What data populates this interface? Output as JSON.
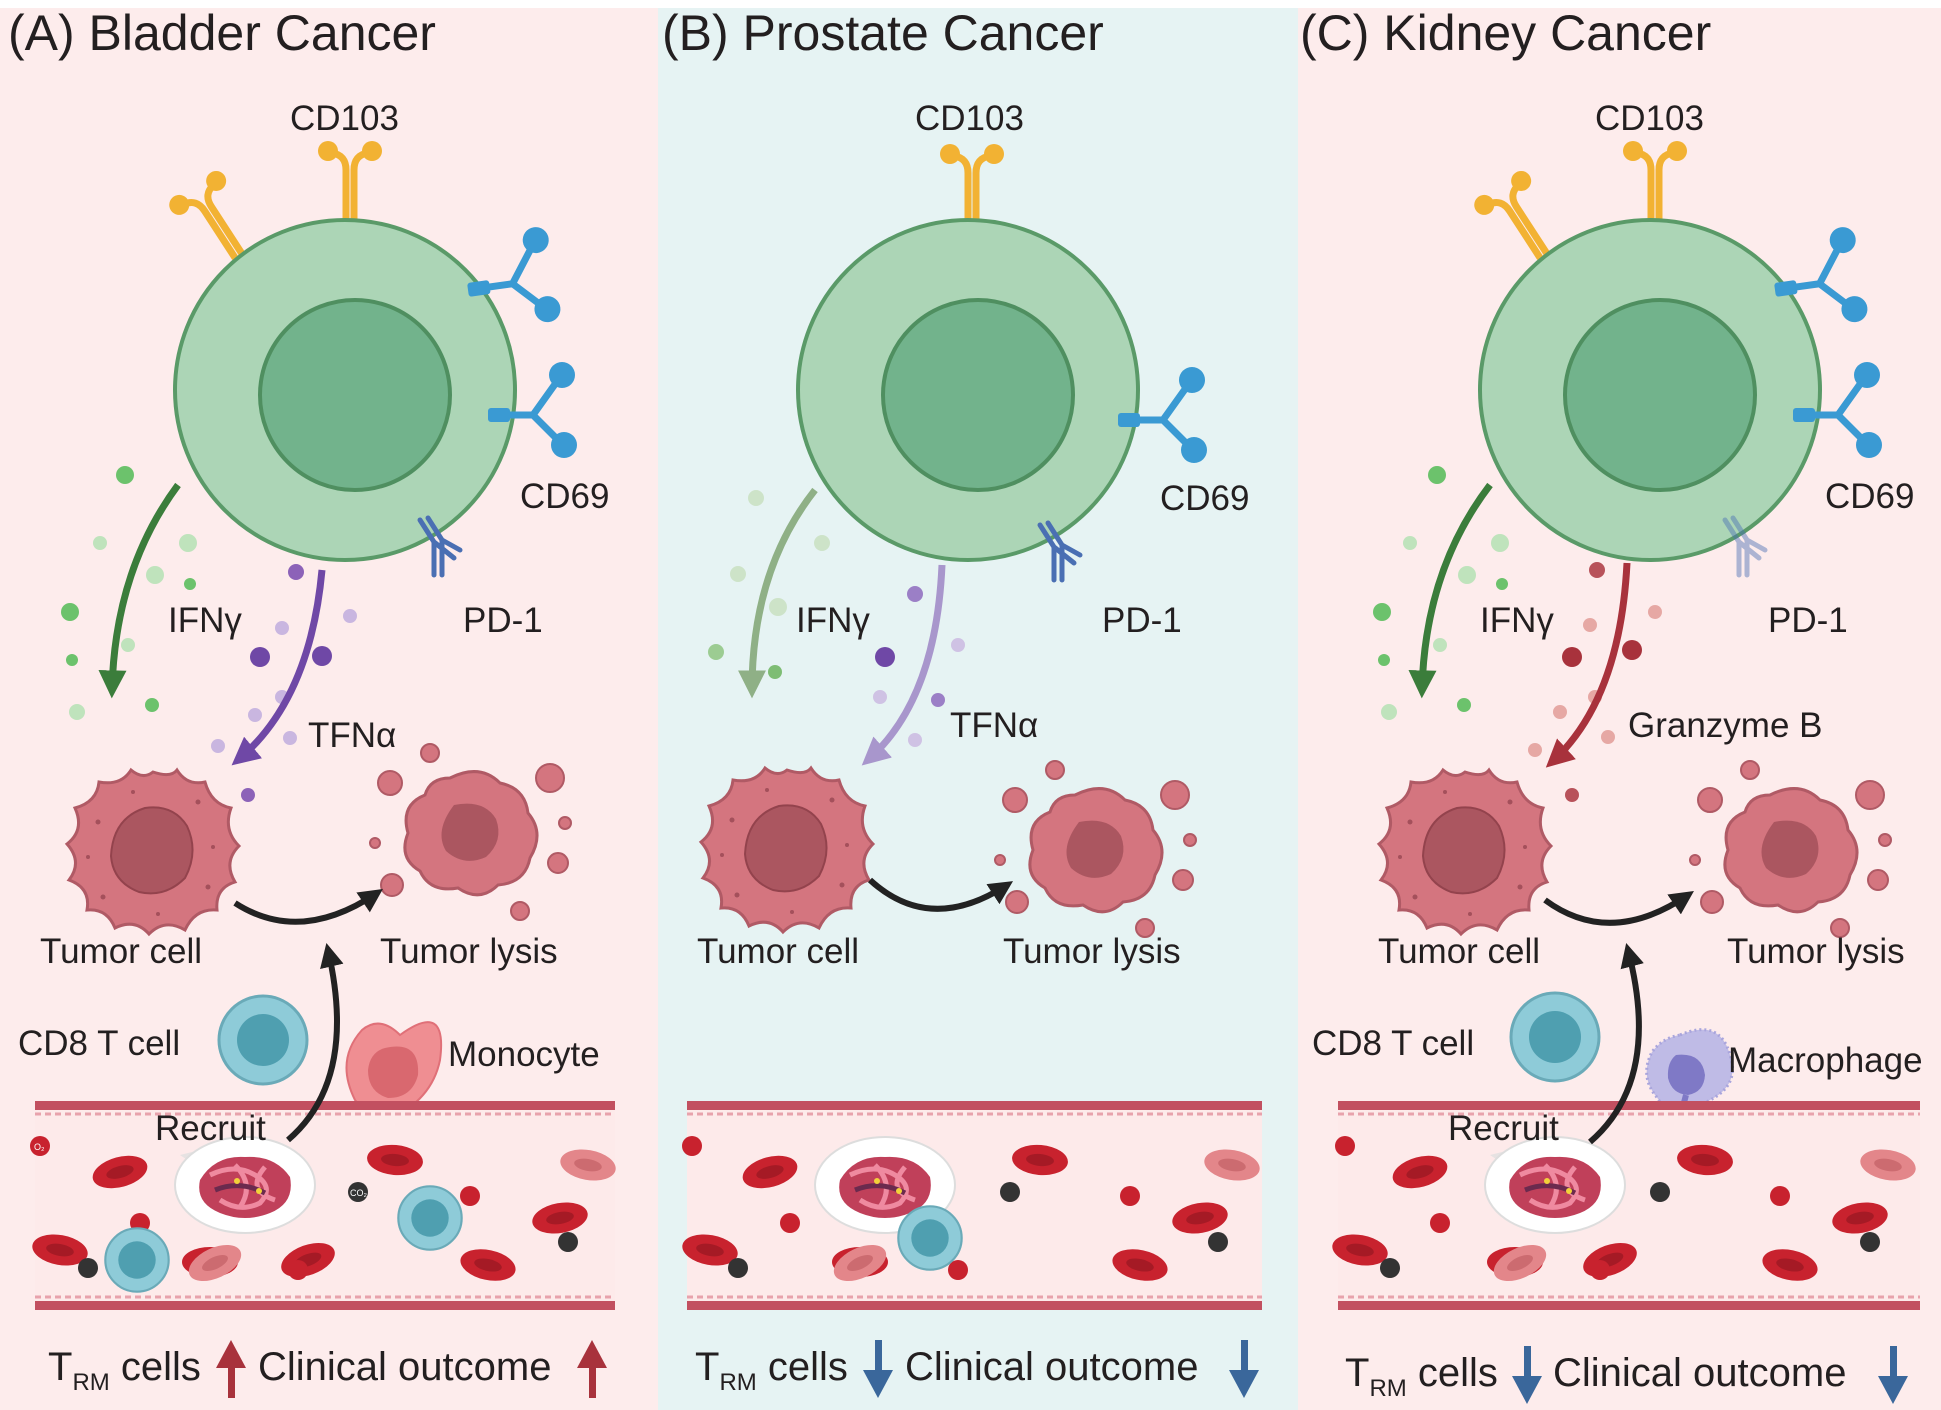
{
  "panels": [
    {
      "id": "bladder",
      "title": "(A) Bladder Cancer",
      "cd103": "CD103",
      "cd69": "CD69",
      "pd1": "PD-1",
      "ifng": "IFNγ",
      "second_factor": "TFNα",
      "tumor_cell": "Tumor cell",
      "tumor_lysis": "Tumor lysis",
      "cd8": "CD8 T cell",
      "myeloid": "Monocyte",
      "recruit": "Recruit",
      "foot_trm": "T",
      "foot_sub": "RM",
      "foot_cells": " cells",
      "foot_outcome": "Clinical outcome",
      "trend": "up",
      "background": "#fdecec"
    },
    {
      "id": "prostate",
      "title": "(B) Prostate Cancer",
      "cd103": "CD103",
      "cd69": "CD69",
      "pd1": "PD-1",
      "ifng": "IFNγ",
      "second_factor": "TFNα",
      "tumor_cell": "Tumor cell",
      "tumor_lysis": "Tumor lysis",
      "foot_trm": "T",
      "foot_sub": "RM",
      "foot_cells": " cells",
      "foot_outcome": "Clinical outcome",
      "trend": "down",
      "background": "#e6f3f3"
    },
    {
      "id": "kidney",
      "title": "(C) Kidney Cancer",
      "cd103": "CD103",
      "cd69": "CD69",
      "pd1": "PD-1",
      "ifng": "IFNγ",
      "second_factor": "Granzyme B",
      "tumor_cell": "Tumor cell",
      "tumor_lysis": "Tumor lysis",
      "cd8": "CD8 T cell",
      "myeloid": "Macrophage",
      "recruit": "Recruit",
      "foot_trm": "T",
      "foot_sub": "RM",
      "foot_cells": " cells",
      "foot_outcome": "Clinical outcome",
      "trend": "down",
      "background": "#fdecec"
    }
  ],
  "vessel_glyphs": {
    "o2": "O₂",
    "co2": "CO₂"
  },
  "colors": {
    "cell_outer": "#acd5b6",
    "cell_inner": "#72b38c",
    "cell_stroke": "#5a9a68",
    "cd103": "#f2b233",
    "cd69": "#3a9ad3",
    "pd1": "#4a6fb3",
    "tumor": "#d4757f",
    "tumor_nucleus": "#ab5660",
    "ifng_arrow": "#3b7d3b",
    "tnfa_arrow": "#6f48a6",
    "granzyme_arrow": "#a8323c",
    "vessel_bg": "#fdeaea",
    "vessel_wall": "#c25060",
    "rbc": "#c8222e",
    "up_arrow": "#a8323c",
    "down_arrow": "#3a679b",
    "t_cell": "#8ecbd8",
    "monocyte": "#ef8e92",
    "macrophage": "#a9a5dc"
  }
}
